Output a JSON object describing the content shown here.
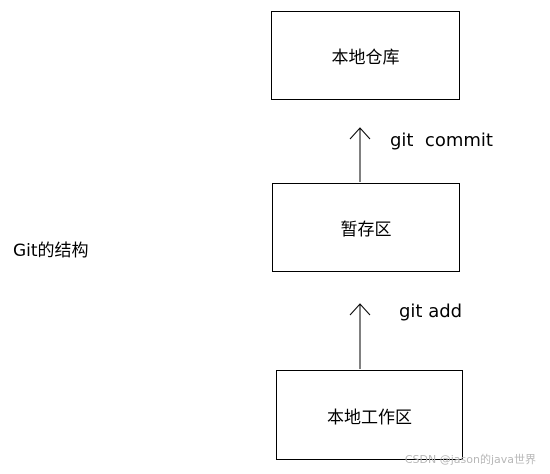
{
  "title": "Git的结构",
  "nodes": {
    "local_repo": "本地仓库",
    "staging": "暂存区",
    "workdir": "本地工作区"
  },
  "edges": {
    "commit": "git  commit",
    "add": "git add"
  },
  "watermark": "CSDN @jason的java世界"
}
